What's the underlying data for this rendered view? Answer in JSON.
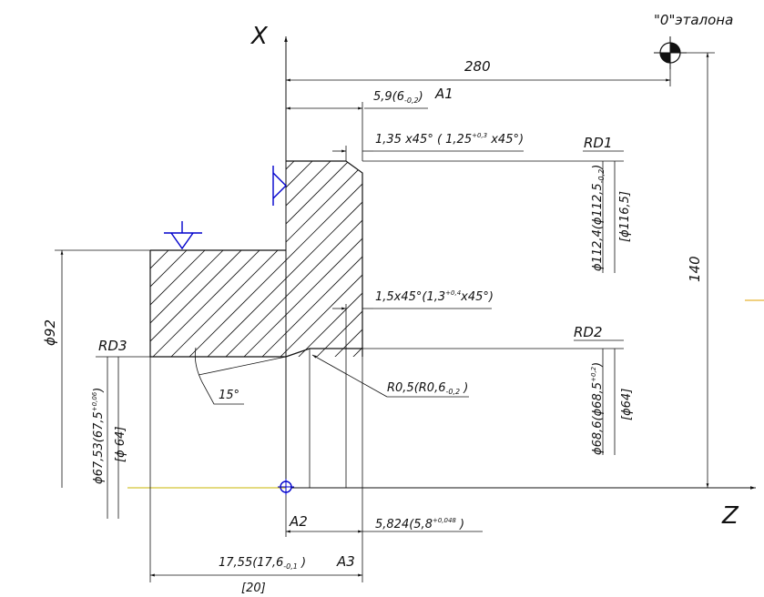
{
  "axes": {
    "x_label": "X",
    "z_label": "Z"
  },
  "origin_label": "\"0\"эталона",
  "points": {
    "a1": "A1",
    "a2": "A2",
    "a3": "A3"
  },
  "contours": {
    "rd1": "RD1",
    "rd2": "RD2",
    "rd3": "RD3"
  },
  "dimensions": {
    "d280": "280",
    "d140": "140",
    "d92": "ϕ92",
    "d59": "5,9(6",
    "d59_tol": "-0,2",
    "d59_close": ")",
    "chamfer1": "1,35 x45° ( 1,25",
    "chamfer1_tol": "+0,3",
    "chamfer1_close": " x45°)",
    "chamfer2": "1,5x45°(1,3",
    "chamfer2_tol": "+0,4",
    "chamfer2_close": "x45°)",
    "d1124": "ϕ112,4(ϕ112,5",
    "d1124_tol": "-0,2",
    "d1124_close": ")",
    "d1165": "[ϕ116,5]",
    "r05": "R0,5(R0,6",
    "r05_tol": "-0,2",
    "r05_close": " )",
    "d686": "ϕ68,6(ϕ68,5",
    "d686_tol": "+0,2",
    "d686_close": ")",
    "d64": "[ϕ64]",
    "d6753": "ϕ67,53(67,5",
    "d6753_tol": "+0,06",
    "d6753_close": ")",
    "d64b": "[ϕ 64]",
    "angle15": "15°",
    "d5824": "5,824(5,8",
    "d5824_tol": "+0,048",
    "d5824_close": " )",
    "d1755": "17,55(17,6",
    "d1755_tol": "-0,1",
    "d1755_close": " )",
    "d20": "[20]"
  },
  "colors": {
    "line": "#111111",
    "centerline": "#c8b400",
    "symbol": "#0000cc",
    "accent": "#e0a000"
  }
}
